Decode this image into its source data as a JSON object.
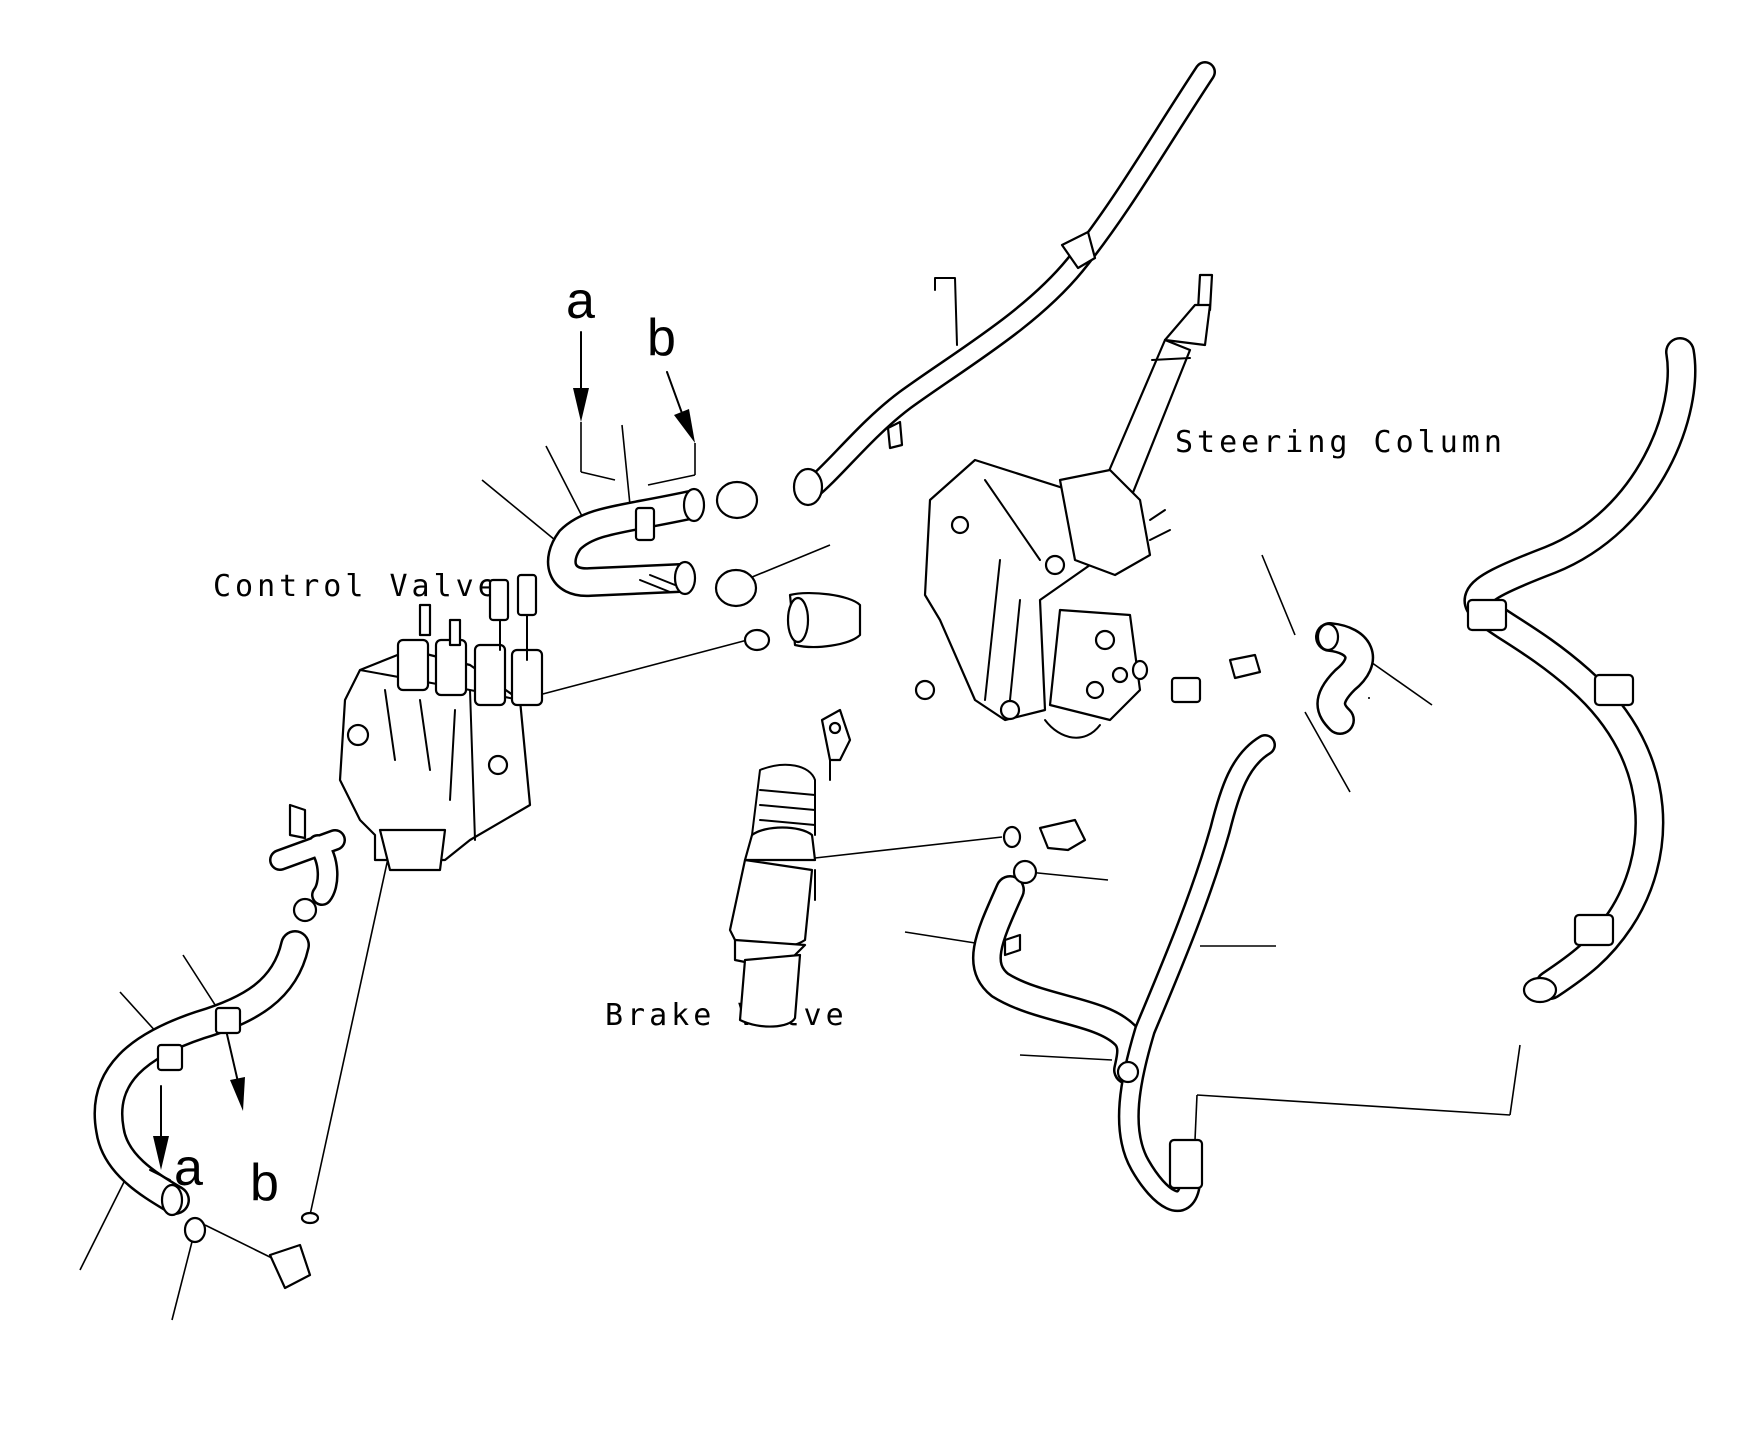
{
  "labels": {
    "control_valve": "Control Valve",
    "steering_column": "Steering Column",
    "brake_valve": "Brake Valve"
  },
  "arrows": {
    "a_top": "a",
    "b_top": "b",
    "a_bottom": "a",
    "b_bottom": "b"
  }
}
